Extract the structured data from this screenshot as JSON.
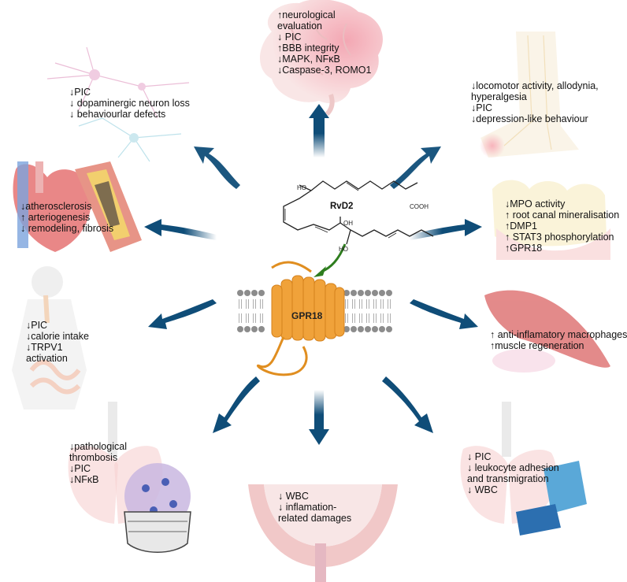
{
  "center": {
    "molecule": "RvD2",
    "receptor": "GPR18",
    "atoms": {
      "ho_top": "HO",
      "cooh": "COOH",
      "oh_mid": "OH",
      "ho_bottom": "HO"
    }
  },
  "panels": [
    {
      "id": "brain",
      "lines": [
        "↑neurological",
        "evaluation",
        "↓ PIC",
        "↑BBB integrity",
        "↓MAPK, NFκB",
        "↓Caspase-3, ROMO1"
      ]
    },
    {
      "id": "neurons",
      "lines": [
        "↓PIC",
        "↓ dopaminergic neuron loss",
        "↓ behaviourlar defects"
      ]
    },
    {
      "id": "leg",
      "lines": [
        "↓locomotor activity, allodynia,",
        "hyperalgesia",
        "↓PIC",
        "↓depression-like behaviour"
      ]
    },
    {
      "id": "heart",
      "lines": [
        "↓atherosclerosis",
        "↑ arteriogenesis",
        "↓ remodeling, fibrosis"
      ]
    },
    {
      "id": "teeth",
      "lines": [
        "↓MPO activity",
        "↑ root canal mineralisation",
        "↑DMP1",
        "↑ STAT3 phosphorylation",
        "↑GPR18"
      ]
    },
    {
      "id": "gut",
      "lines": [
        "↓PIC",
        "↓calorie intake",
        "↓TRPV1",
        "activation"
      ]
    },
    {
      "id": "muscle",
      "lines": [
        "↑ anti-inflamatory macrophages",
        "↑muscle regeneration"
      ]
    },
    {
      "id": "lungs-covid",
      "lines": [
        "↓pathological",
        "thrombosis",
        "↓PIC",
        "↓NFκB"
      ]
    },
    {
      "id": "meninges",
      "lines": [
        "↓ WBC",
        "↓ inflamation-",
        "related damages"
      ]
    },
    {
      "id": "lungs-asthma",
      "lines": [
        "↓ PIC",
        "↓ leukocyte adhesion",
        "and transmigration",
        "↓ WBC"
      ]
    }
  ],
  "colors": {
    "arrow": "#0f4d78",
    "receptor": "#f0a23a",
    "membrane": "#8c8c8c",
    "green_arrow": "#2e7d1e",
    "tissue_pink": "#f4c6c6"
  }
}
